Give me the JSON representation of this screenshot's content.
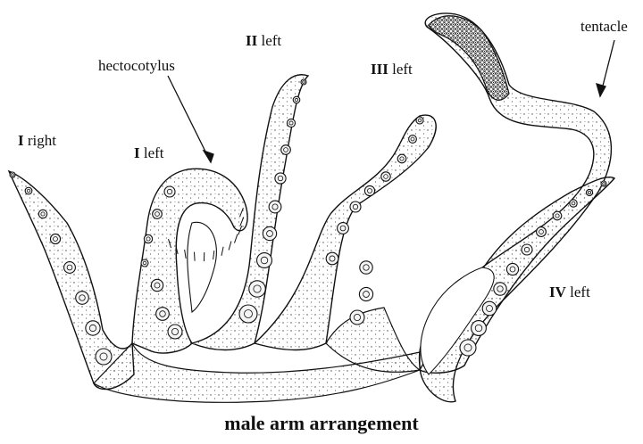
{
  "labels": {
    "arm_i_right": {
      "numeral": "I",
      "side": "right"
    },
    "arm_i_left": {
      "numeral": "I",
      "side": "left"
    },
    "arm_ii_left": {
      "numeral": "II",
      "side": "left"
    },
    "arm_iii_left": {
      "numeral": "III",
      "side": "left"
    },
    "arm_iv_left": {
      "numeral": "IV",
      "side": "left"
    },
    "hectocotylus": "hectocotylus",
    "tentacle": "tentacle"
  },
  "caption": "male arm arrangement",
  "colors": {
    "ink": "#111111",
    "sucker_fill": "#f4f4f4",
    "background": "#ffffff"
  }
}
